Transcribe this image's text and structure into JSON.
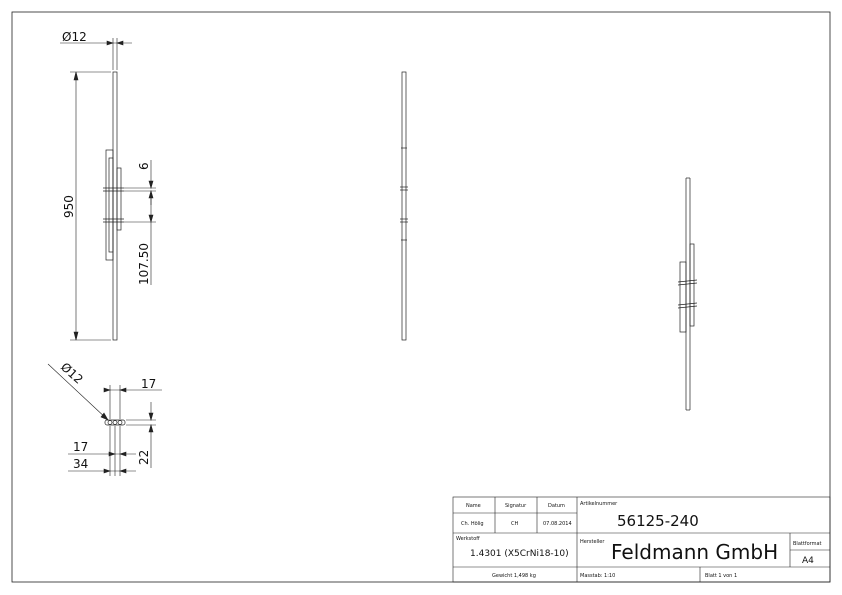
{
  "dimensions": {
    "diameter_top": "Ø12",
    "height_950": "950",
    "gap_6": "6",
    "offset_107_50": "107.50",
    "diameter_detail": "Ø12",
    "width_17_top": "17",
    "width_17_bottom": "17",
    "width_34": "34",
    "height_22": "22"
  },
  "title_block": {
    "name_label": "Name",
    "signatur_label": "Signatur",
    "datum_label": "Datum",
    "name_value": "Ch. Hölig",
    "signatur_value": "CH",
    "datum_value": "07.08.2014",
    "artikelnummer_label": "Artikelnummer",
    "artikelnummer_value": "56125-240",
    "werkstoff_label": "Werkstoff",
    "werkstoff_value": "1.4301 (X5CrNi18-10)",
    "hersteller_label": "Hersteller",
    "hersteller_value": "Feldmann GmbH",
    "blattformat_label": "Blattformat",
    "blattformat_value": "A4",
    "gewicht": "Gewicht 1,498 kg",
    "massstab": "Masstab: 1:10",
    "blatt": "Blatt 1 von 1"
  }
}
